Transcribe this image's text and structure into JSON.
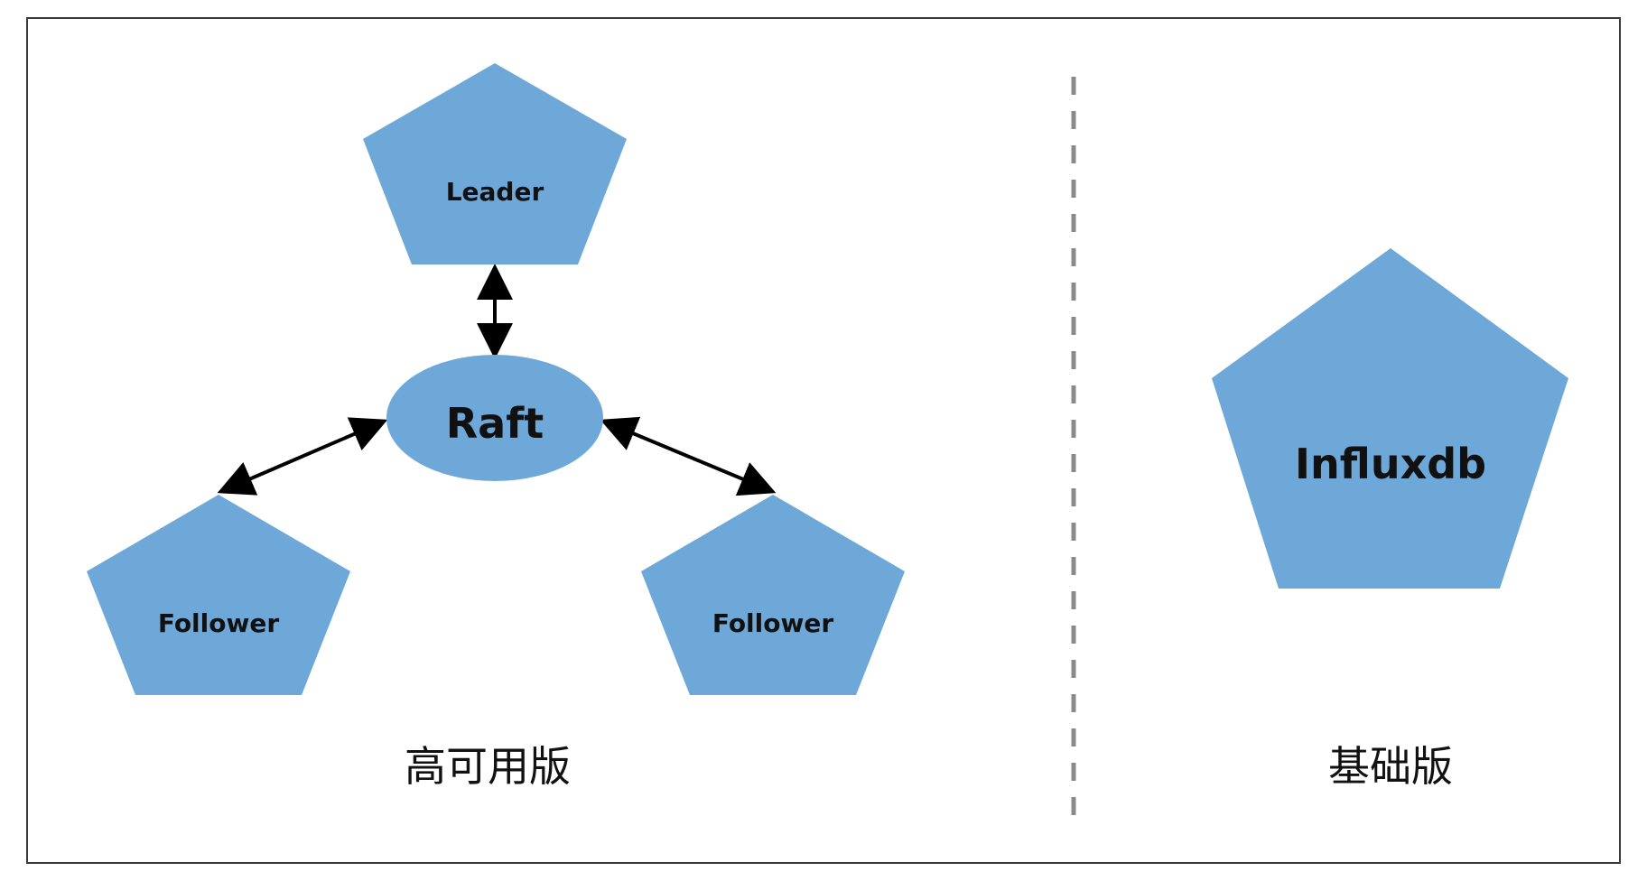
{
  "colors": {
    "node_fill": "#6EA8D8",
    "frame": "#3A3A3A",
    "arrow": "#000000",
    "divider": "#8A8A8A",
    "text": "#111111"
  },
  "nodes": {
    "leader": "Leader",
    "raft": "Raft",
    "follower_left": "Follower",
    "follower_right": "Follower",
    "influxdb": "Influxdb"
  },
  "captions": {
    "ha_edition": "高可用版",
    "basic_edition": "基础版"
  }
}
